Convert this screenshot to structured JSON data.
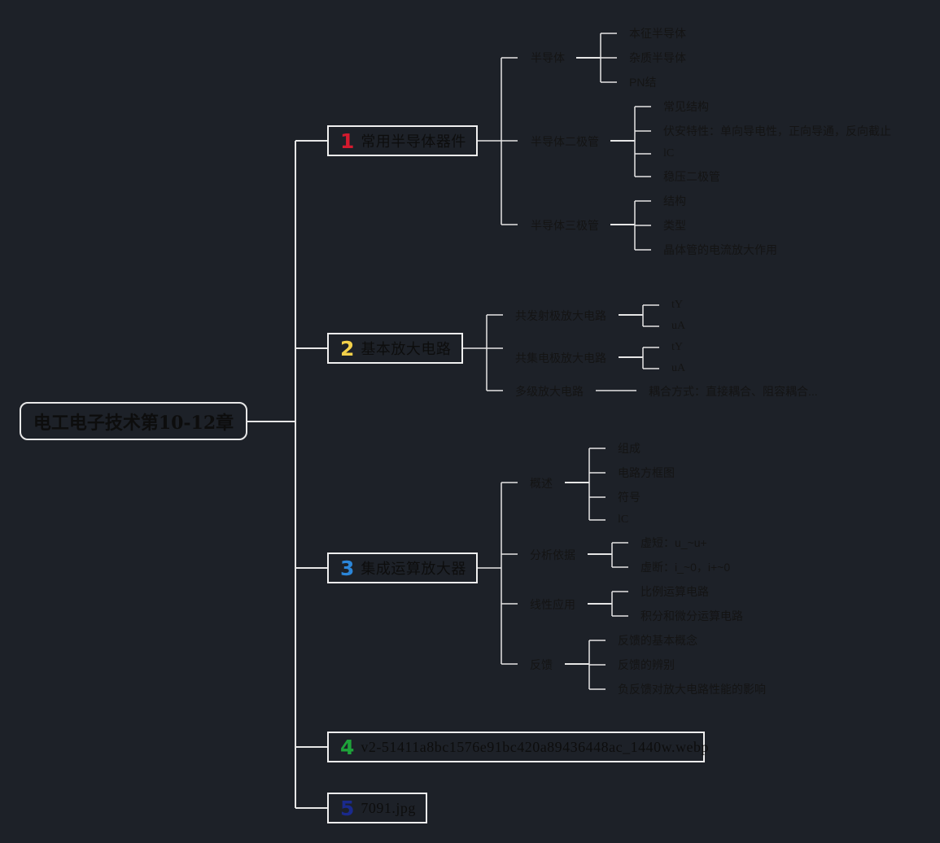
{
  "colors": {
    "background": "#1d2128",
    "line": "#e6e6e6",
    "num1": "#d41a2e",
    "num2": "#f2d04a",
    "num3": "#2b86d9",
    "num4": "#1ea33a",
    "num5": "#1a2a8c"
  },
  "root": {
    "label": "电工电子技术第10-12章"
  },
  "branches": [
    {
      "num": "1",
      "label": "常用半导体器件",
      "children": [
        {
          "label": "半导体",
          "children": [
            "本征半导体",
            "杂质半导体",
            "PN结"
          ]
        },
        {
          "label": "半导体二极管",
          "children": [
            "常见结构",
            "伏安特性：单向导电性，正向导通，反向截止",
            "lC",
            "稳压二极管"
          ]
        },
        {
          "label": "半导体三极管",
          "children": [
            "结构",
            "类型",
            "晶体管的电流放大作用"
          ]
        }
      ]
    },
    {
      "num": "2",
      "label": "基本放大电路",
      "children": [
        {
          "label": "共发射极放大电路",
          "children": [
            "tY",
            "uA"
          ]
        },
        {
          "label": "共集电极放大电路",
          "children": [
            "tY",
            "uA"
          ]
        },
        {
          "label": "多级放大电路",
          "children": [
            "耦合方式：直接耦合、阻容耦合..."
          ]
        }
      ]
    },
    {
      "num": "3",
      "label": "集成运算放大器",
      "children": [
        {
          "label": "概述",
          "children": [
            "组成",
            "电路方框图",
            "符号",
            "lC"
          ]
        },
        {
          "label": "分析依据",
          "children": [
            "虚短：u_~u+",
            "虚断：i_~0，i+~0"
          ]
        },
        {
          "label": "线性应用",
          "children": [
            "比例运算电路",
            "积分和微分运算电路"
          ]
        },
        {
          "label": "反馈",
          "children": [
            "反馈的基本概念",
            "反馈的辨别",
            "负反馈对放大电路性能的影响"
          ]
        }
      ]
    },
    {
      "num": "4",
      "label": "v2-51411a8bc1576e91bc420a89436448ac_1440w.webp",
      "children": []
    },
    {
      "num": "5",
      "label": "7091.jpg",
      "children": []
    }
  ]
}
